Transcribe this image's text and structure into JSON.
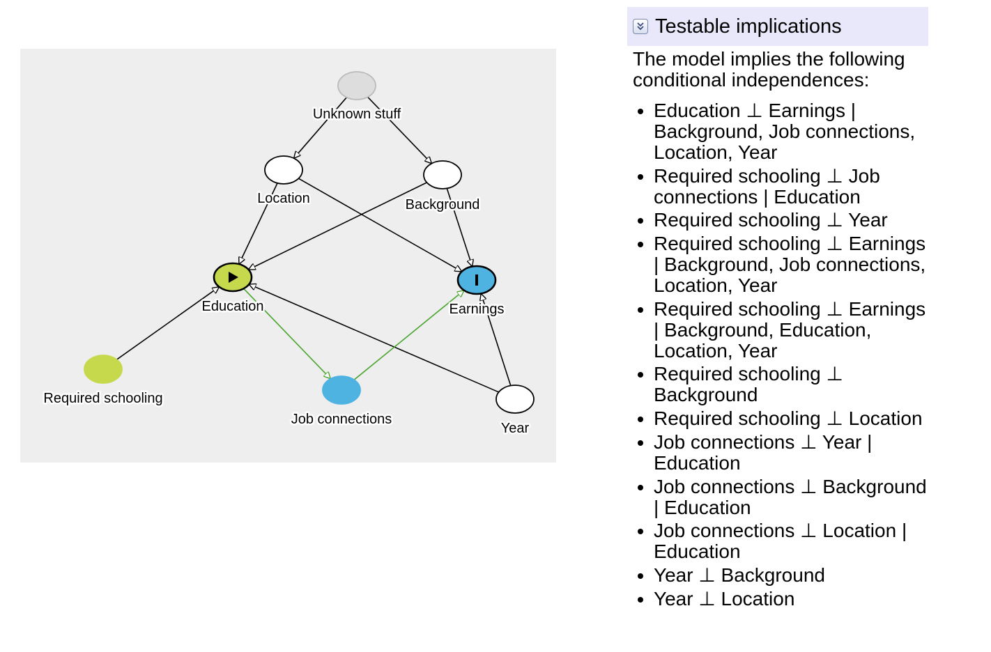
{
  "diagram": {
    "nodes": [
      {
        "id": "unknown",
        "label": "Unknown stuff",
        "role": "latent",
        "fill": "#dddddd",
        "stroke": "#bbbbbb",
        "icon": "none"
      },
      {
        "id": "location",
        "label": "Location",
        "role": "other",
        "fill": "#ffffff",
        "stroke": "#000000",
        "icon": "none"
      },
      {
        "id": "background",
        "label": "Background",
        "role": "other",
        "fill": "#ffffff",
        "stroke": "#000000",
        "icon": "none"
      },
      {
        "id": "education",
        "label": "Education",
        "role": "exposure",
        "fill": "#c6d94c",
        "stroke": "#000000",
        "icon": "play-icon"
      },
      {
        "id": "earnings",
        "label": "Earnings",
        "role": "outcome",
        "fill": "#4fb3e2",
        "stroke": "#000000",
        "icon": "bar-icon"
      },
      {
        "id": "schooling",
        "label": "Required schooling",
        "role": "ancestor of exposure",
        "fill": "#c6d94c",
        "stroke": "#c6d94c",
        "icon": "none"
      },
      {
        "id": "jobs",
        "label": "Job connections",
        "role": "ancestor of outcome",
        "fill": "#4fb3e2",
        "stroke": "#4fb3e2",
        "icon": "none"
      },
      {
        "id": "year",
        "label": "Year",
        "role": "other",
        "fill": "#ffffff",
        "stroke": "#000000",
        "icon": "none"
      }
    ],
    "edges": [
      {
        "from": "unknown",
        "to": "location",
        "color": "#000000"
      },
      {
        "from": "unknown",
        "to": "background",
        "color": "#000000"
      },
      {
        "from": "location",
        "to": "education",
        "color": "#000000"
      },
      {
        "from": "location",
        "to": "earnings",
        "color": "#000000"
      },
      {
        "from": "background",
        "to": "education",
        "color": "#000000"
      },
      {
        "from": "background",
        "to": "earnings",
        "color": "#000000"
      },
      {
        "from": "schooling",
        "to": "education",
        "color": "#000000"
      },
      {
        "from": "year",
        "to": "education",
        "color": "#000000"
      },
      {
        "from": "year",
        "to": "earnings",
        "color": "#000000"
      },
      {
        "from": "education",
        "to": "jobs",
        "color": "#4aa52e"
      },
      {
        "from": "jobs",
        "to": "earnings",
        "color": "#4aa52e"
      }
    ]
  },
  "panel": {
    "title": "Testable implications",
    "toggle_icon": "chevron-double-down-icon",
    "intro": "The model implies the following conditional independences:",
    "implications": [
      "Education ⊥ Earnings | Background, Job connections, Location, Year",
      "Required schooling ⊥ Job connections | Education",
      "Required schooling ⊥ Year",
      "Required schooling ⊥ Earnings | Background, Job connections, Location, Year",
      "Required schooling ⊥ Earnings | Background, Education, Location, Year",
      "Required schooling ⊥ Background",
      "Required schooling ⊥ Location",
      "Job connections ⊥ Year | Education",
      "Job connections ⊥ Background | Education",
      "Job connections ⊥ Location | Education",
      "Year ⊥ Background",
      "Year ⊥ Location"
    ]
  }
}
